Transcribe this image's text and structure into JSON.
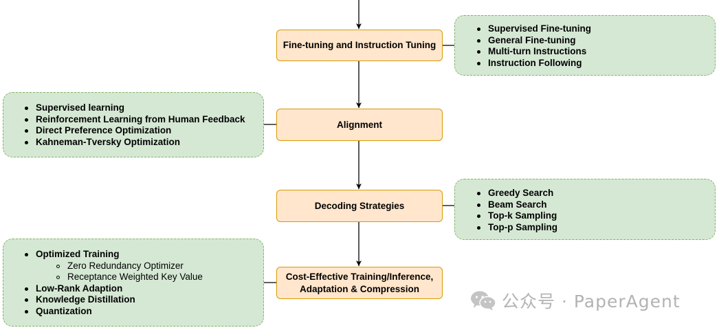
{
  "stages": [
    {
      "id": "finetune",
      "lines": [
        "Fine-tuning and Instruction Tuning"
      ]
    },
    {
      "id": "alignment",
      "lines": [
        "Alignment"
      ]
    },
    {
      "id": "decoding",
      "lines": [
        "Decoding Strategies"
      ]
    },
    {
      "id": "cost",
      "lines": [
        "Cost-Effective Training/Inference,",
        "Adaptation & Compression"
      ]
    }
  ],
  "notes": {
    "finetune": [
      "Supervised Fine-tuning",
      "General Fine-tuning",
      "Multi-turn Instructions",
      "Instruction Following"
    ],
    "alignment": [
      "Supervised learning",
      "Reinforcement Learning from Human Feedback",
      "Direct Preference Optimization",
      "Kahneman-Tversky Optimization"
    ],
    "decoding": [
      "Greedy Search",
      "Beam Search",
      "Top-k Sampling",
      "Top-p Sampling"
    ],
    "cost": {
      "optimized_training": "Optimized Training",
      "sub_items": [
        "Zero Redundancy Optimizer",
        "Receptance Weighted Key Value"
      ],
      "items": [
        "Low-Rank Adaption",
        "Knowledge Distillation",
        "Quantization"
      ]
    }
  },
  "watermark": {
    "text": "公众号 · PaperAgent",
    "icon": "wechat-icon"
  },
  "colors": {
    "stage_fill": "#ffe6cc",
    "stage_border": "#d79b00",
    "note_fill": "#d5e8d4",
    "note_border": "#82b366",
    "watermark": "#b3b3b3"
  }
}
